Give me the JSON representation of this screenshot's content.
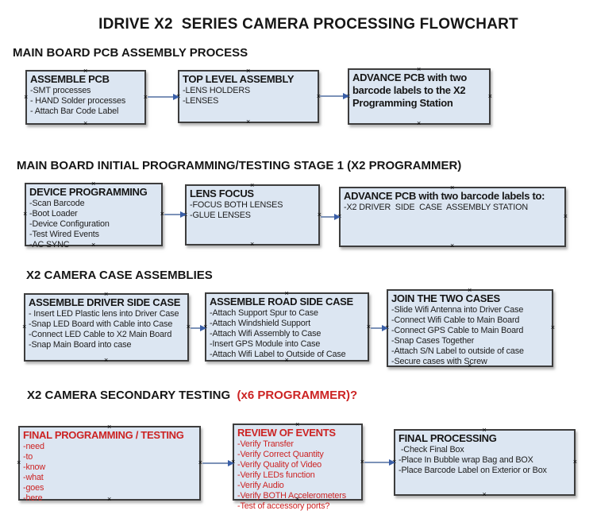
{
  "title": "IDRIVE X2  SERIES CAMERA PROCESSING FLOWCHART",
  "icons": {
    "connection_handle": "×",
    "arrow_direction": "right"
  },
  "colors": {
    "background": "#ffffff",
    "box_fill": "#dce6f2",
    "box_border": "#3d3d3d",
    "arrow_line": "#7c92b8",
    "arrow_head": "#3a5fa8",
    "red_text": "#cc2323",
    "black_text": "#161616"
  },
  "sections": [
    {
      "heading": "MAIN BOARD PCB ASSEMBLY PROCESS",
      "boxes": [
        {
          "title": "ASSEMBLE PCB",
          "items": [
            "-SMT processes",
            "- HAND Solder processes",
            "- Attach Bar Code Label"
          ]
        },
        {
          "title": "TOP LEVEL ASSEMBLY",
          "items": [
            "-LENS HOLDERS",
            "-LENSES"
          ]
        },
        {
          "title": "ADVANCE PCB with two barcode labels to the  X2 Programming Station",
          "items": []
        }
      ]
    },
    {
      "heading": "MAIN BOARD INITIAL PROGRAMMING/TESTING STAGE 1 (X2 PROGRAMMER)",
      "boxes": [
        {
          "title": "DEVICE PROGRAMMING",
          "items": [
            "-Scan Barcode",
            "-Boot Loader",
            "-Device Configuration",
            "-Test Wired Events",
            "-AC SYNC"
          ]
        },
        {
          "title": "LENS FOCUS",
          "items": [
            "-FOCUS BOTH LENSES",
            "-GLUE LENSES"
          ]
        },
        {
          "title": "ADVANCE PCB with two barcode labels to:",
          "items": [
            "-X2 DRIVER  SIDE  CASE  ASSEMBLY STATION"
          ]
        }
      ]
    },
    {
      "heading": "X2 CAMERA CASE ASSEMBLIES",
      "boxes": [
        {
          "title": "ASSEMBLE DRIVER SIDE CASE",
          "items": [
            "- Insert LED Plastic lens into Driver Case",
            "-Snap LED Board with Cable into Case",
            "-Connect LED Cable to X2 Main Board",
            "-Snap Main Board into case"
          ]
        },
        {
          "title": "ASSEMBLE ROAD SIDE CASE",
          "items": [
            "-Attach Support Spur to Case",
            "-Attach Windshield Support",
            "-Attach Wifi Assembly to Case",
            "-Insert GPS Module into Case",
            "-Attach Wifi Label to Outside of Case"
          ]
        },
        {
          "title": "JOIN THE TWO CASES",
          "items": [
            "-Slide Wifi Antenna into Driver Case",
            "-Connect Wifi Cable to Main Board",
            "-Connect GPS Cable to Main Board",
            "-Snap Cases Together",
            "-Attach S/N Label to outside of case",
            "-Secure cases with Screw"
          ]
        }
      ]
    },
    {
      "heading": "X2 CAMERA SECONDARY TESTING ",
      "heading_red": " (x6 PROGRAMMER)?",
      "boxes": [
        {
          "title": "FINAL PROGRAMMING / TESTING",
          "items": [
            "-need",
            "-to",
            "-know",
            "-what",
            "-goes",
            "-here"
          ]
        },
        {
          "title": "REVIEW OF EVENTS",
          "items": [
            "-Verify Transfer",
            "-Verify Correct Quantity",
            "-Verify Quality of Video",
            "-Verify LEDs function",
            "-Verify Audio",
            "-Verify BOTH Accelerometers",
            "-Test of accessory ports?"
          ]
        },
        {
          "title": "FINAL PROCESSING",
          "items": [
            " -Check Final Box",
            "-Place In Bubble wrap Bag and BOX",
            "-Place Barcode Label on Exterior or Box"
          ]
        }
      ]
    }
  ]
}
